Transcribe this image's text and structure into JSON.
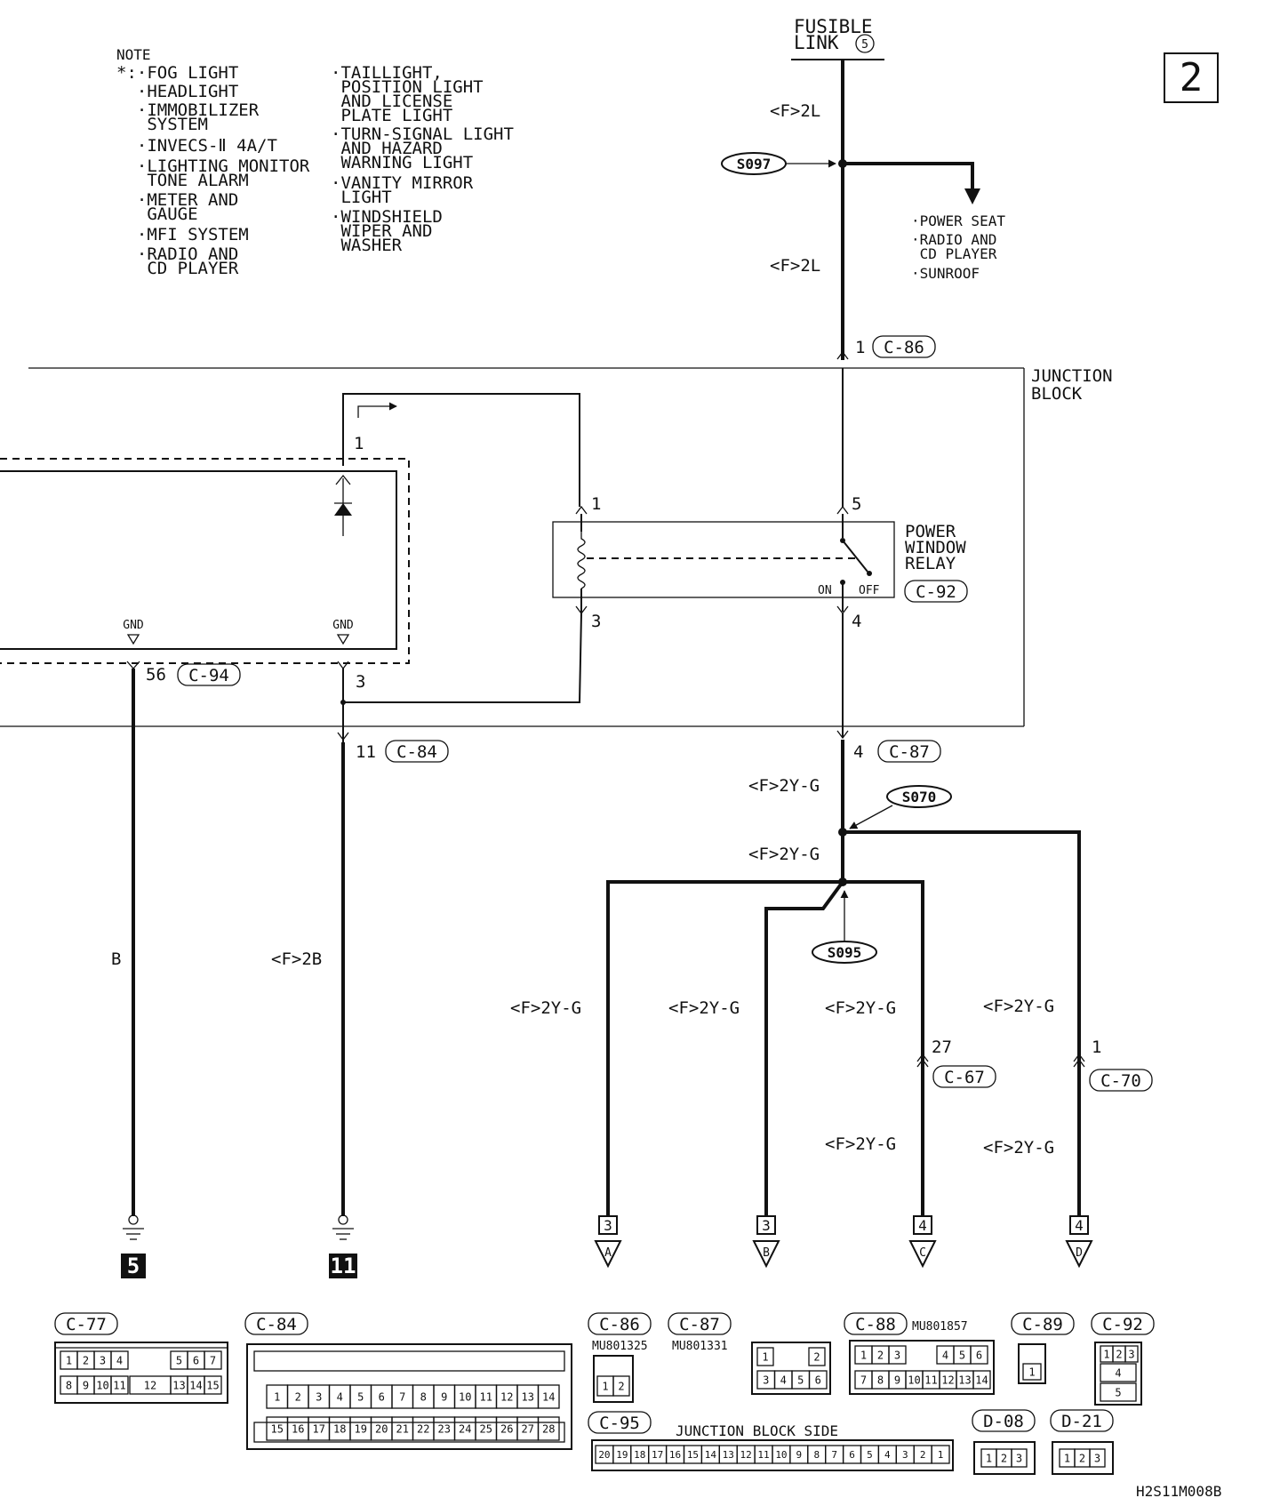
{
  "page_number": "2",
  "fusible_link": {
    "line1": "FUSIBLE",
    "line2": "LINK",
    "num": "5"
  },
  "note": {
    "title": "NOTE",
    "left": [
      "*:·FOG LIGHT",
      "  ·HEADLIGHT",
      "  ·IMMOBILIZER",
      "   SYSTEM",
      "  ·INVECS-Ⅱ 4A/T",
      "  ·LIGHTING MONITOR",
      "   TONE ALARM",
      "  ·METER AND",
      "   GAUGE",
      "  ·MFI SYSTEM",
      "  ·RADIO AND",
      "   CD PLAYER"
    ],
    "right": [
      "·TAILLIGHT,",
      " POSITION LIGHT",
      " AND LICENSE",
      " PLATE LIGHT",
      "·TURN-SIGNAL LIGHT",
      " AND HAZARD",
      " WARNING LIGHT",
      "·VANITY MIRROR",
      " LIGHT",
      "·WINDSHIELD",
      " WIPER AND",
      " WASHER"
    ]
  },
  "feeds": [
    "·POWER SEAT",
    "·RADIO AND",
    " CD PLAYER",
    "·SUNROOF"
  ],
  "wires": {
    "f2l": "<F>2L",
    "f2yg": "<F>2Y-G",
    "f2b": "<F>2B",
    "b": "B"
  },
  "splices": {
    "s097": "S097",
    "s070": "S070",
    "s095": "S095"
  },
  "junction_block": {
    "line1": "JUNCTION",
    "line2": "BLOCK"
  },
  "relay": {
    "line1": "POWER",
    "line2": "WINDOW",
    "line3": "RELAY",
    "connector": "C-92",
    "on": "ON",
    "off": "OFF"
  },
  "gnd": "GND",
  "pins": {
    "p1": "1",
    "p3": "3",
    "p4": "4",
    "p5": "5",
    "p11": "11",
    "p56": "56",
    "p27": "27"
  },
  "connectors": {
    "c86": "C-86",
    "c87": "C-87",
    "c84": "C-84",
    "c94": "C-94",
    "c67": "C-67",
    "c70": "C-70",
    "c77": "C-77",
    "c88": "C-88",
    "c89": "C-89",
    "c92": "C-92",
    "c95": "C-95",
    "d08": "D-08",
    "d21": "D-21"
  },
  "ground_labels": [
    "5",
    "11"
  ],
  "branches": [
    {
      "num": "3",
      "letter": "A"
    },
    {
      "num": "3",
      "letter": "B"
    },
    {
      "num": "4",
      "letter": "C"
    },
    {
      "num": "4",
      "letter": "D"
    }
  ],
  "part_numbers": {
    "c86": "MU801325",
    "c87": "MU801331",
    "c88": "MU801857"
  },
  "junction_block_side": "JUNCTION BLOCK SIDE",
  "diagram_code": "H2S11M008B",
  "conn_pins": {
    "c77_top": [
      "1",
      "2",
      "3",
      "4",
      "5",
      "6",
      "7"
    ],
    "c77_bot": [
      "8",
      "9",
      "10",
      "11",
      "12",
      "13",
      "14",
      "15"
    ],
    "c84_top": [
      "1",
      "2",
      "3",
      "4",
      "5",
      "6",
      "7",
      "8",
      "9",
      "10",
      "11",
      "12",
      "13",
      "14"
    ],
    "c84_bot": [
      "15",
      "16",
      "17",
      "18",
      "19",
      "20",
      "21",
      "22",
      "23",
      "24",
      "25",
      "26",
      "27",
      "28"
    ],
    "c86": [
      "1",
      "2"
    ],
    "c87": [
      "1",
      "2",
      "3",
      "4",
      "5",
      "6"
    ],
    "c88_top": [
      "1",
      "2",
      "3",
      "4",
      "5",
      "6"
    ],
    "c88_bot": [
      "7",
      "8",
      "9",
      "10",
      "11",
      "12",
      "13",
      "14"
    ],
    "c89": [
      "1"
    ],
    "c92": [
      "1",
      "2",
      "3",
      "4",
      "5"
    ],
    "c95": [
      "20",
      "19",
      "18",
      "17",
      "16",
      "15",
      "14",
      "13",
      "12",
      "11",
      "10",
      "9",
      "8",
      "7",
      "6",
      "5",
      "4",
      "3",
      "2",
      "1"
    ],
    "d08": [
      "1",
      "2",
      "3"
    ],
    "d21": [
      "1",
      "2",
      "3"
    ]
  }
}
